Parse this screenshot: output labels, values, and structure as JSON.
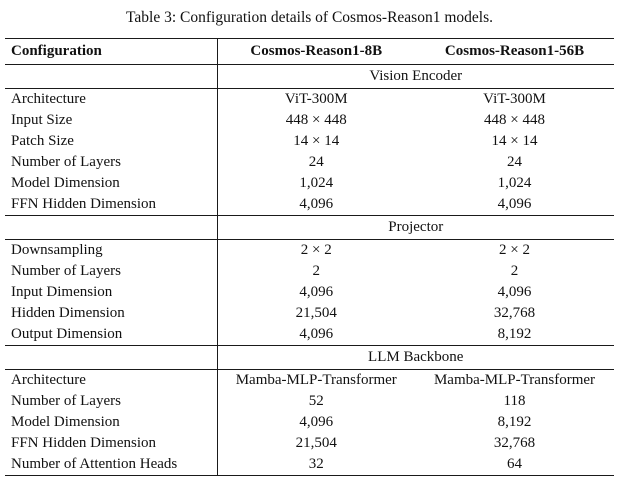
{
  "caption": "Table 3: Configuration details of Cosmos-Reason1 models.",
  "table": {
    "headers": [
      "Configuration",
      "Cosmos-Reason1-8B",
      "Cosmos-Reason1-56B"
    ],
    "sections": [
      {
        "title": "Vision Encoder",
        "rows": [
          [
            "Architecture",
            "ViT-300M",
            "ViT-300M"
          ],
          [
            "Input Size",
            "448 × 448",
            "448 × 448"
          ],
          [
            "Patch Size",
            "14 × 14",
            "14 × 14"
          ],
          [
            "Number of Layers",
            "24",
            "24"
          ],
          [
            "Model Dimension",
            "1,024",
            "1,024"
          ],
          [
            "FFN Hidden Dimension",
            "4,096",
            "4,096"
          ]
        ]
      },
      {
        "title": "Projector",
        "rows": [
          [
            "Downsampling",
            "2 × 2",
            "2 × 2"
          ],
          [
            "Number of Layers",
            "2",
            "2"
          ],
          [
            "Input Dimension",
            "4,096",
            "4,096"
          ],
          [
            "Hidden Dimension",
            "21,504",
            "32,768"
          ],
          [
            "Output Dimension",
            "4,096",
            "8,192"
          ]
        ]
      },
      {
        "title": "LLM Backbone",
        "rows": [
          [
            "Architecture",
            "Mamba-MLP-Transformer",
            "Mamba-MLP-Transformer"
          ],
          [
            "Number of Layers",
            "52",
            "118"
          ],
          [
            "Model Dimension",
            "4,096",
            "8,192"
          ],
          [
            "FFN Hidden Dimension",
            "21,504",
            "32,768"
          ],
          [
            "Number of Attention Heads",
            "32",
            "64"
          ]
        ]
      }
    ]
  }
}
